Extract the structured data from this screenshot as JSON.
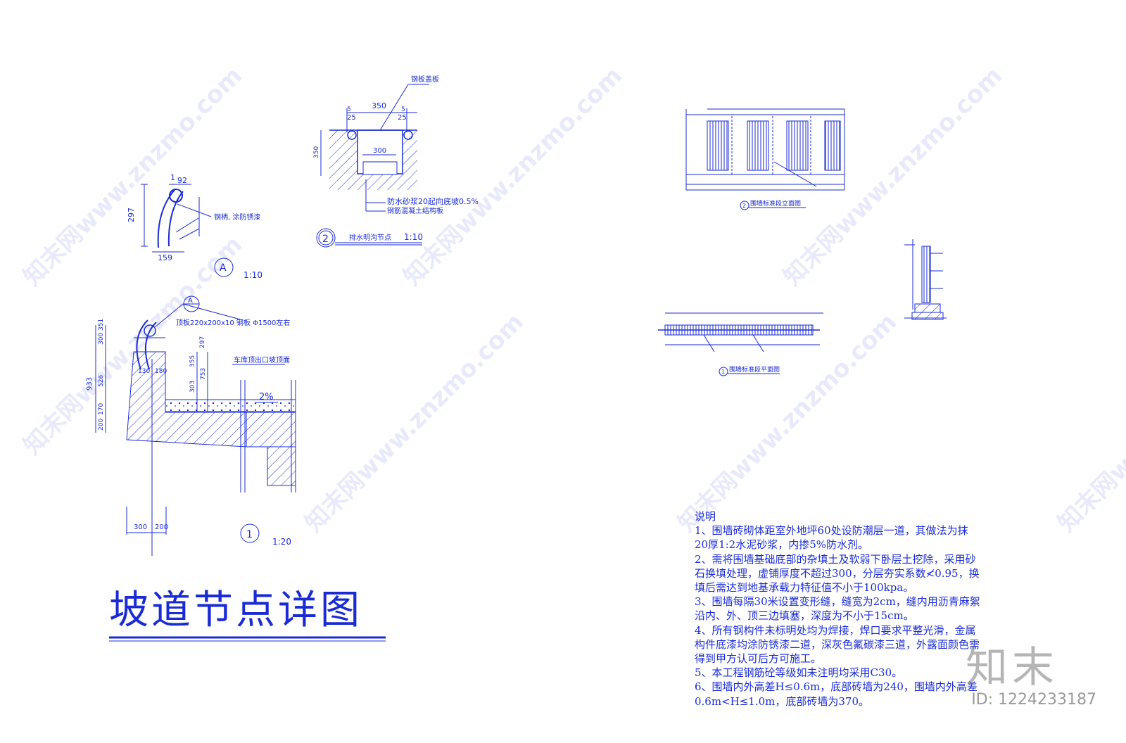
{
  "title": "坡道节点详图",
  "detail_a": {
    "marker": "A",
    "scale": "1:10",
    "dims": [
      "297",
      "159",
      "92",
      "1"
    ],
    "callout": "钢柄, 涂防锈漆"
  },
  "detail_2": {
    "marker": "2",
    "name": "排水明沟节点",
    "scale": "1:10",
    "dims": [
      "350",
      "25",
      "25",
      "300",
      "350",
      "5",
      "5"
    ],
    "callout_top": "钢板盖板",
    "callout_1": "防水砂浆20起向底坡0.5%",
    "callout_2": "钢筋混凝土结构板"
  },
  "detail_1": {
    "marker": "1",
    "scale": "1:20",
    "marker_a": "A",
    "callout_top": "顶板220x200x10 钢板 Φ1500左右",
    "callout_right": "车库顶出口坡顶面",
    "slope": "2%",
    "dims_left": [
      "933",
      "300",
      "351",
      "526",
      "170",
      "200"
    ],
    "dims_mid": [
      "297",
      "355",
      "303",
      "753",
      "180",
      "130"
    ],
    "dims_bottom": [
      "300",
      "200"
    ]
  },
  "elevation": {
    "marker": "2",
    "label": "围墙标准段立面图"
  },
  "plan": {
    "marker": "1",
    "label": "围墙标准段平面图"
  },
  "notes": {
    "heading": "说明",
    "lines": [
      "1、围墙砖砌体距室外地坪60处设防潮层一道，其做法为抹",
      "20厚1:2水泥砂浆，内掺5%防水剂。",
      "2、需将围墙基础底部的杂填土及软弱下卧层土挖除，采用砂",
      "石换填处理，虚铺厚度不超过300，分层夯实系数≮0.95，换",
      "填后需达到地基承载力特征值不小于100kpa。",
      "3、围墙每隔30米设置变形缝，缝宽为2cm，缝内用沥青麻絮",
      "沿内、外、顶三边填塞，深度为不小于15cm。",
      "4、所有钢构件未标明处均为焊接，焊口要求平整光滑，金属",
      "构件底漆均涂防锈漆二道，深灰色氟碳漆三道，外露面颜色需",
      "得到甲方认可后方可施工。",
      "5、本工程钢筋砼等级如未注明均采用C30。",
      "6、围墙内外高差H≤0.6m，底部砖墙为240，围墙内外高差",
      "0.6m<H≤1.0m，底部砖墙为370。"
    ]
  },
  "watermark": {
    "text": "知末网www.znzmo.com",
    "brand": "知末",
    "id": "ID: 1224233187"
  }
}
